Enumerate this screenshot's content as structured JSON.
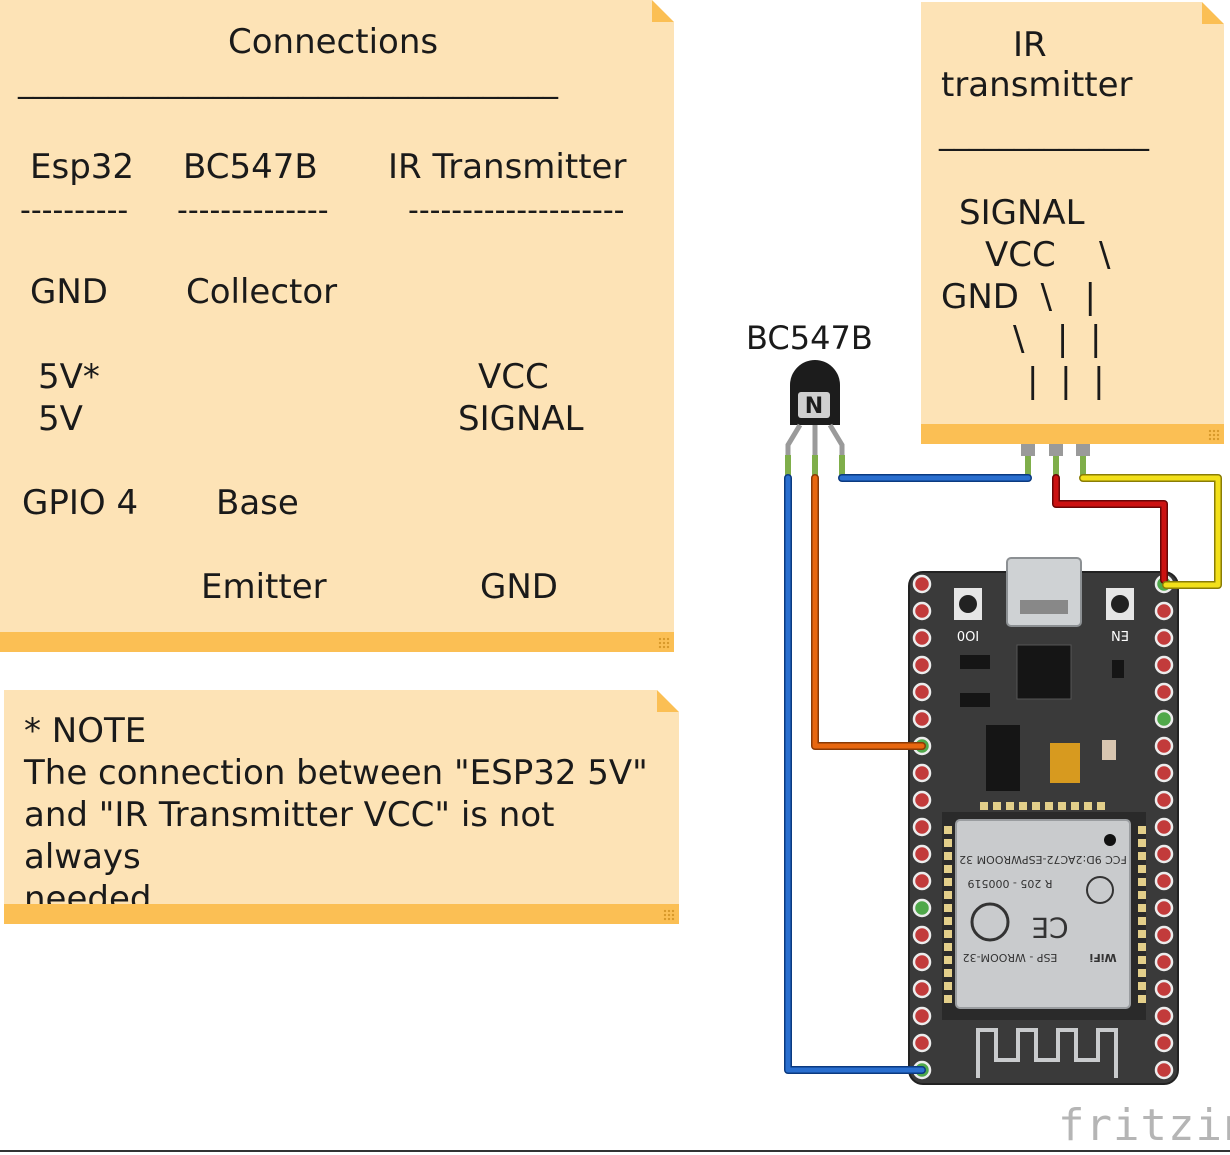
{
  "connections_note": {
    "title": "Connections",
    "header_rule": "____________________________________",
    "columns": [
      "Esp32",
      "BC547B",
      "IR Transmitter"
    ],
    "dashes": [
      "----------",
      "--------------",
      "--------------------"
    ],
    "rows": [
      {
        "esp32": "GND",
        "bc547b": "Collector",
        "ir": ""
      },
      {
        "esp32": "5V*",
        "bc547b": "",
        "ir": "VCC"
      },
      {
        "esp32": "5V",
        "bc547b": "",
        "ir": "SIGNAL"
      },
      {
        "esp32": "GPIO 4",
        "bc547b": "Base",
        "ir": ""
      },
      {
        "esp32": "",
        "bc547b": "Emitter",
        "ir": "GND"
      }
    ]
  },
  "footnote": {
    "text": "* NOTE\nThe connection between \"ESP32 5V\"\nand \"IR Transmitter VCC\" is not always\nneeded."
  },
  "ir_note": {
    "title_line1": "IR",
    "title_line2": "transmitter",
    "rule": "______________",
    "pin_lines": [
      "SIGNAL",
      "VCC    \\",
      "GND  \\   |",
      "\\   |  |",
      "|  |  |"
    ]
  },
  "transistor": {
    "label": "BC547B",
    "badge": "N"
  },
  "esp32_board": {
    "button_left": "IO0",
    "button_right": "EN",
    "module_line1": "FCC 9D:2AC72-ESPWROOM 32",
    "module_line2": "R 205 - 000519",
    "module_line3": "ESP - WROOM-32",
    "module_wifi": "WiFi",
    "module_ce": "CE"
  },
  "wires": {
    "colors": {
      "blue": "#2a6fcf",
      "orange": "#e8670f",
      "red": "#cc1111",
      "yellow": "#f2e01a"
    }
  },
  "watermark": "fritzing"
}
